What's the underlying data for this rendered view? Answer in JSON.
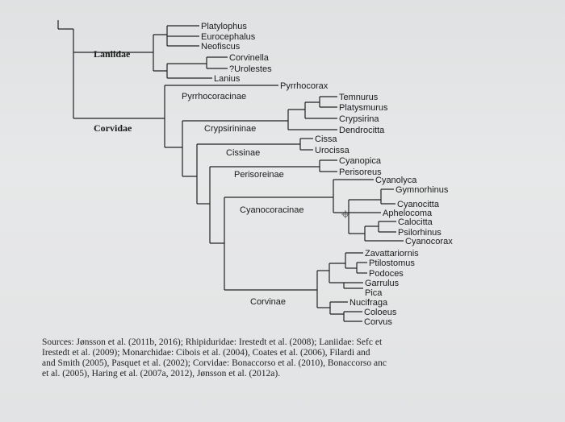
{
  "families": {
    "laniidae": "Laniidae",
    "corvidae": "Corvidae"
  },
  "subfamilies": {
    "pyrrhocoracinae": "Pyrrhocoracinae",
    "crypsirininae": "Crypsirininae",
    "cissinae": "Cissinae",
    "perisoreinae": "Perisoreinae",
    "cyanocoracinae": "Cyanocoracinae",
    "corvinae": "Corvinae"
  },
  "taxa": {
    "platylophus": "Platylophus",
    "eurocephalus": "Eurocephalus",
    "neofiscus": "Neofiscus",
    "corvinella": "Corvinella",
    "urolestes": "?Urolestes",
    "lanius": "Lanius",
    "pyrrhocorax": "Pyrrhocorax",
    "temnurus": "Temnurus",
    "platysmurus": "Platysmurus",
    "crypsirina": "Crypsirina",
    "dendrocitta": "Dendrocitta",
    "cissa": "Cissa",
    "urocissa": "Urocissa",
    "cyanopica": "Cyanopica",
    "perisoreus": "Perisoreus",
    "cyanolyca": "Cyanolyca",
    "gymnorhinus": "Gymnorhinus",
    "cyanocitta": "Cyanocitta",
    "aphelocoma": "Aphelocoma",
    "calocitta": "Calocitta",
    "psilorhinus": "Psilorhinus",
    "cyanocorax": "Cyanocorax",
    "zavattariornis": "Zavattariornis",
    "ptilostomus": "Ptilostomus",
    "podoces": "Podoces",
    "garrulus": "Garrulus",
    "pica": "Pica",
    "nucifraga": "Nucifraga",
    "coloeus": "Coloeus",
    "corvus": "Corvus"
  },
  "sources_lines": [
    "Sources: Jønsson et al. (2011b, 2016); Rhipiduridae: Irestedt et al. (2008); Laniidae: Sefc et",
    "Irestedt et al. (2009); Monarchidae: Cibois et al. (2004), Coates et al. (2006), Filardi and",
    "and Smith (2005), Pasquet et al. (2002); Corvidae: Bonaccorso et al. (2010), Bonaccorso anc",
    "et al. (2005), Haring et al. (2007a, 2012), Jønsson et al. (2012a)."
  ]
}
